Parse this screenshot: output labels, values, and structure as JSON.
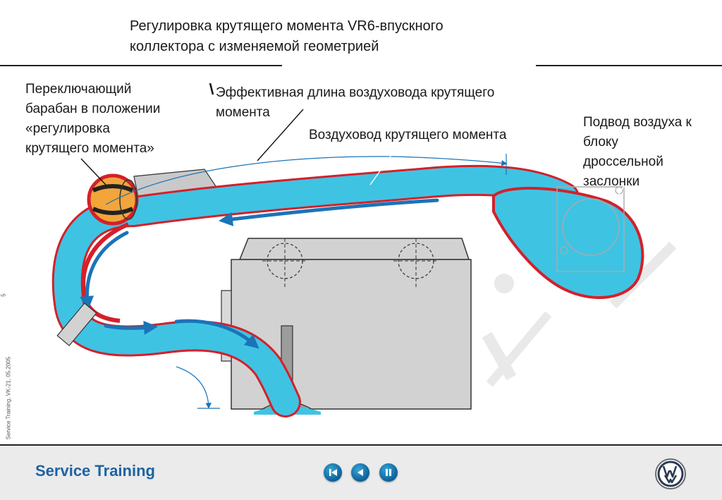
{
  "header": {
    "title_line1": "Регулировка крутящего момента VR6-впускного",
    "title_line2": "коллектора с изменяемой геометрией"
  },
  "labels": {
    "drum_line1": "Переключающий",
    "drum_line2": "барабан в положении",
    "drum_line3": "«регулировка",
    "drum_line4": "крутящего момента»",
    "effective_line1": "Эффективная длина воздуховода крутящего",
    "effective_line2": "момента",
    "duct": "Воздуховод крутящего момента",
    "throttle_line1": "Подвод воздуха к",
    "throttle_line2": "блоку",
    "throttle_line3": "дроссельной",
    "throttle_line4": "заслонки"
  },
  "sidebar": {
    "doc_ref": "Service Training, VK-21, 05.2005",
    "page_number": "5"
  },
  "footer": {
    "brand": "Service Training",
    "nav_buttons": [
      "first-page",
      "previous-page",
      "pause"
    ]
  },
  "colors": {
    "air": "#3fc3e3",
    "arrow": "#1a74b8",
    "outline": "#d4202a",
    "housing": "#c9c9c9",
    "drum": "#f2a53a",
    "brand": "#1d63a3"
  }
}
